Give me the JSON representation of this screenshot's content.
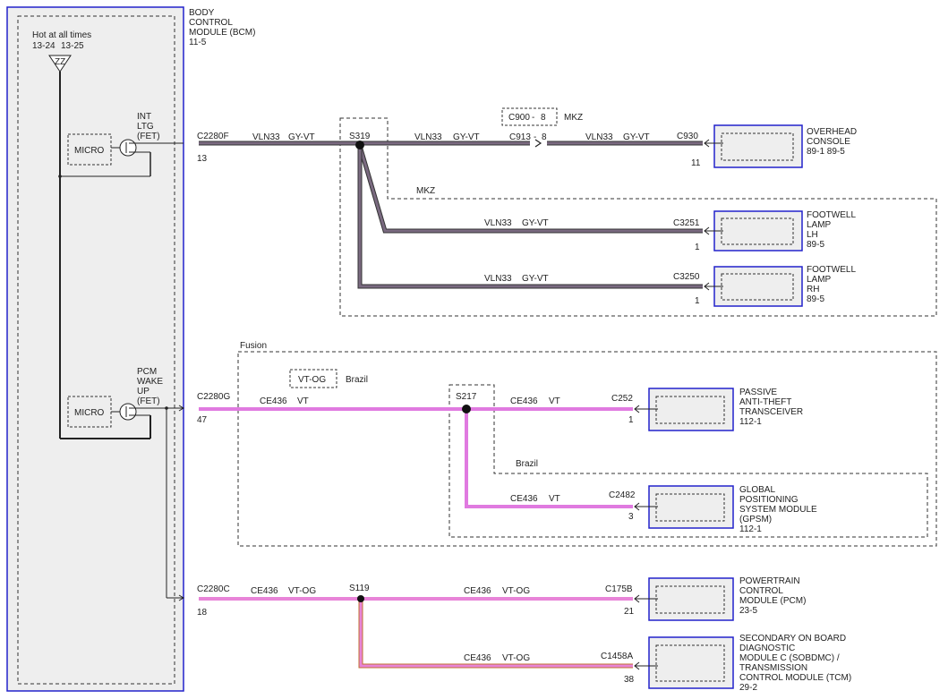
{
  "colors": {
    "module_border": "#2222cc",
    "module_fill": "#eeeeee",
    "wire_gy_vt": "#7a6a80",
    "wire_gy_vt_edge": "#333333",
    "wire_vt": "#e07ae0",
    "wire_vt_og": "#e884d8",
    "wire_vt_og_edge": "#c07030",
    "dash": "#333333"
  },
  "bcm": {
    "title": [
      "BODY",
      "CONTROL",
      "MODULE (BCM)",
      "11-5"
    ],
    "hot_label": "Hot at all times",
    "hot_ref1": "13-24",
    "hot_ref2": "13-25",
    "fuse_label": "ZZ",
    "micro_label": "MICRO",
    "int_ltg_label": [
      "INT",
      "LTG",
      "(FET)"
    ],
    "pcm_wake_label": [
      "PCM",
      "WAKE",
      "UP",
      "(FET)"
    ]
  },
  "connectors": {
    "c2280f": "C2280F",
    "c2280f_pin": "13",
    "c2280g": "C2280G",
    "c2280g_pin": "47",
    "c2280c": "C2280C",
    "c2280c_pin": "18",
    "c913": "C913",
    "c913_pin": "8",
    "c900": "C900",
    "c900_pin": "8",
    "dash": "-",
    "c930": "C930",
    "c930_pin": "11",
    "c3251": "C3251",
    "c3251_pin": "1",
    "c3250": "C3250",
    "c3250_pin": "1",
    "c252": "C252",
    "c252_pin": "1",
    "c2482": "C2482",
    "c2482_pin": "3",
    "c175b": "C175B",
    "c175b_pin": "21",
    "c1458a": "C1458A",
    "c1458a_pin": "38"
  },
  "splices": {
    "s319": "S319",
    "s217": "S217",
    "s119": "S119"
  },
  "circuits": {
    "vln33": "VLN33",
    "gy_vt": "GY-VT",
    "ce436": "CE436",
    "vt": "VT",
    "vt_og": "VT-OG"
  },
  "options": {
    "mkz": "MKZ",
    "fusion": "Fusion",
    "brazil": "Brazil",
    "vt_og_option": "VT-OG"
  },
  "modules": {
    "overhead": [
      "OVERHEAD",
      "CONSOLE",
      "89-1    89-5"
    ],
    "footwell_lh": [
      "FOOTWELL",
      "LAMP",
      "LH",
      "89-5"
    ],
    "footwell_rh": [
      "FOOTWELL",
      "LAMP",
      "RH",
      "89-5"
    ],
    "pats": [
      "PASSIVE",
      "ANTI-THEFT",
      "TRANSCEIVER",
      "112-1"
    ],
    "gpsm": [
      "GLOBAL",
      "POSITIONING",
      "SYSTEM MODULE",
      "(GPSM)",
      "112-1"
    ],
    "pcm": [
      "POWERTRAIN",
      "CONTROL",
      "MODULE (PCM)",
      "23-5"
    ],
    "sobdmc": [
      "SECONDARY ON BOARD",
      "DIAGNOSTIC",
      "MODULE C (SOBDMC) /",
      "TRANSMISSION",
      "CONTROL MODULE (TCM)",
      "29-2"
    ]
  }
}
